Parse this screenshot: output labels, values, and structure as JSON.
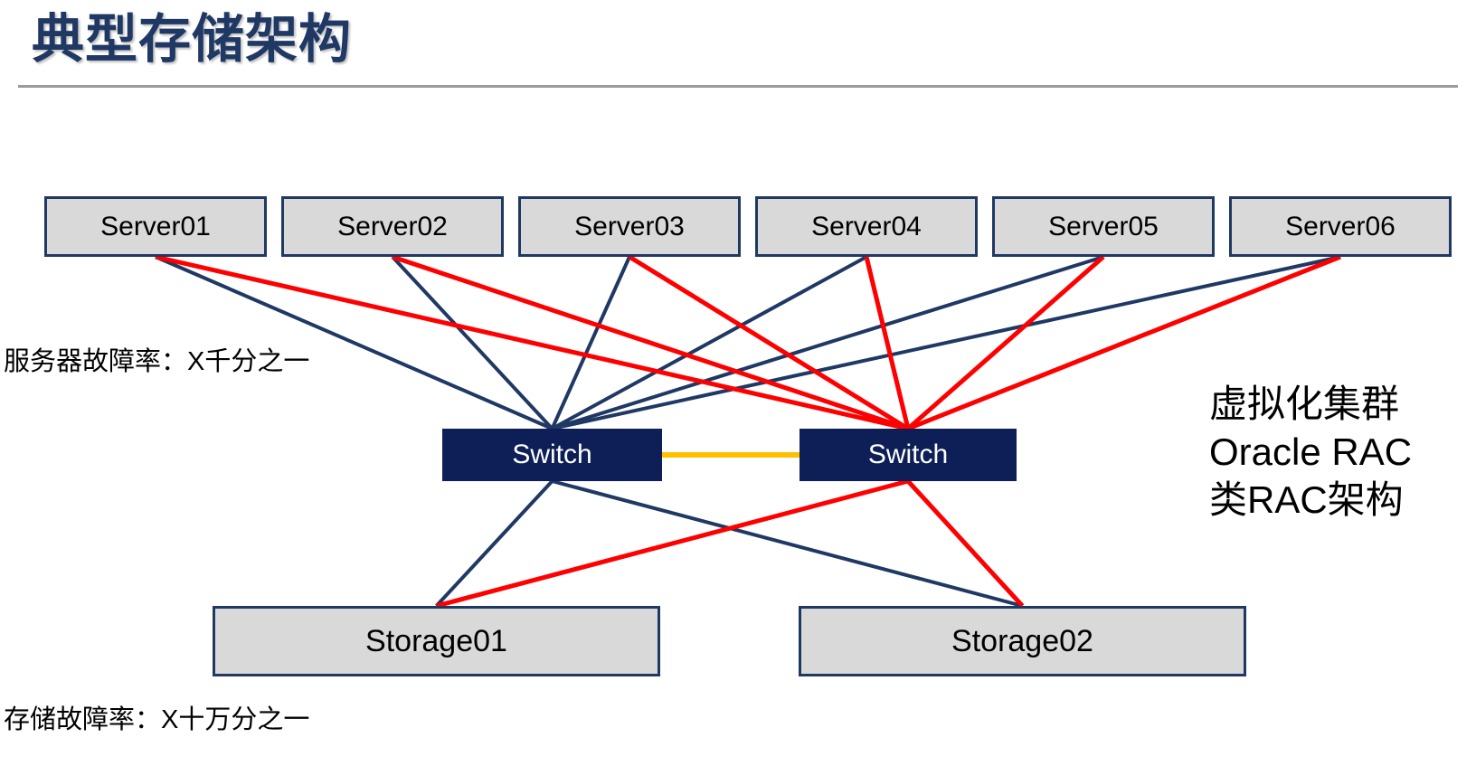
{
  "title": "典型存储架构",
  "labels": {
    "server_failure": "服务器故障率：X千分之一",
    "storage_failure": "存储故障率：X十万分之一",
    "right_note_lines": [
      "虚拟化集群",
      "Oracle RAC",
      "类RAC架构"
    ]
  },
  "nodes": {
    "servers": [
      "Server01",
      "Server02",
      "Server03",
      "Server04",
      "Server05",
      "Server06"
    ],
    "switches": [
      "Switch",
      "Switch"
    ],
    "storages": [
      "Storage01",
      "Storage02"
    ]
  },
  "edges": [
    {
      "from": "server-1",
      "to": "switch-1",
      "color": "navy"
    },
    {
      "from": "server-2",
      "to": "switch-1",
      "color": "navy"
    },
    {
      "from": "server-3",
      "to": "switch-1",
      "color": "navy"
    },
    {
      "from": "server-4",
      "to": "switch-1",
      "color": "navy"
    },
    {
      "from": "server-5",
      "to": "switch-1",
      "color": "navy"
    },
    {
      "from": "server-6",
      "to": "switch-1",
      "color": "navy"
    },
    {
      "from": "server-1",
      "to": "switch-2",
      "color": "red"
    },
    {
      "from": "server-2",
      "to": "switch-2",
      "color": "red"
    },
    {
      "from": "server-3",
      "to": "switch-2",
      "color": "red"
    },
    {
      "from": "server-4",
      "to": "switch-2",
      "color": "red"
    },
    {
      "from": "server-5",
      "to": "switch-2",
      "color": "red"
    },
    {
      "from": "server-6",
      "to": "switch-2",
      "color": "red"
    },
    {
      "from": "switch-1",
      "to": "storage-1",
      "color": "navy"
    },
    {
      "from": "switch-1",
      "to": "storage-2",
      "color": "navy"
    },
    {
      "from": "switch-2",
      "to": "storage-1",
      "color": "red"
    },
    {
      "from": "switch-2",
      "to": "storage-2",
      "color": "red"
    },
    {
      "from": "switch-1",
      "to": "switch-2",
      "color": "orange"
    }
  ],
  "colors": {
    "navy": "#1f3864",
    "red": "#fe0000",
    "orange": "#ffc000",
    "node_fill": "#d9d9d9",
    "node_border": "#1f3864",
    "switch_fill": "#0d1f56",
    "switch_text": "#ffffff",
    "title_color": "#1f3864",
    "divider": "#9b9b9b",
    "text": "#000000"
  }
}
